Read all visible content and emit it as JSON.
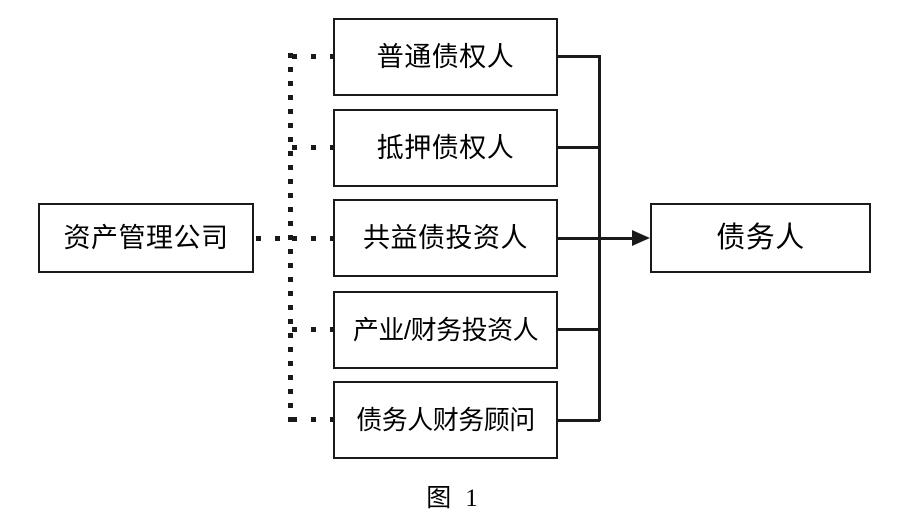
{
  "diagram": {
    "caption_label": "图",
    "caption_number": "1",
    "source_node": {
      "label": "资产管理公司",
      "name": "asset-management-company"
    },
    "target_node": {
      "label": "债务人",
      "name": "debtor"
    },
    "middle_nodes": [
      {
        "label": "普通债权人",
        "name": "ordinary-creditor"
      },
      {
        "label": "抵押债权人",
        "name": "mortgage-creditor"
      },
      {
        "label": "共益债投资人",
        "name": "common-benefit-debt-investor"
      },
      {
        "label": "产业/财务投资人",
        "name": "industrial-financial-investor"
      },
      {
        "label": "债务人财务顾问",
        "name": "debtor-financial-advisor"
      }
    ],
    "connectors": {
      "dotted_bus_style": "dotted",
      "solid_bus_style": "solid",
      "arrow_direction": "right"
    },
    "colors": {
      "stroke": "#1a1a1a",
      "background": "#ffffff",
      "text": "#000000"
    }
  }
}
